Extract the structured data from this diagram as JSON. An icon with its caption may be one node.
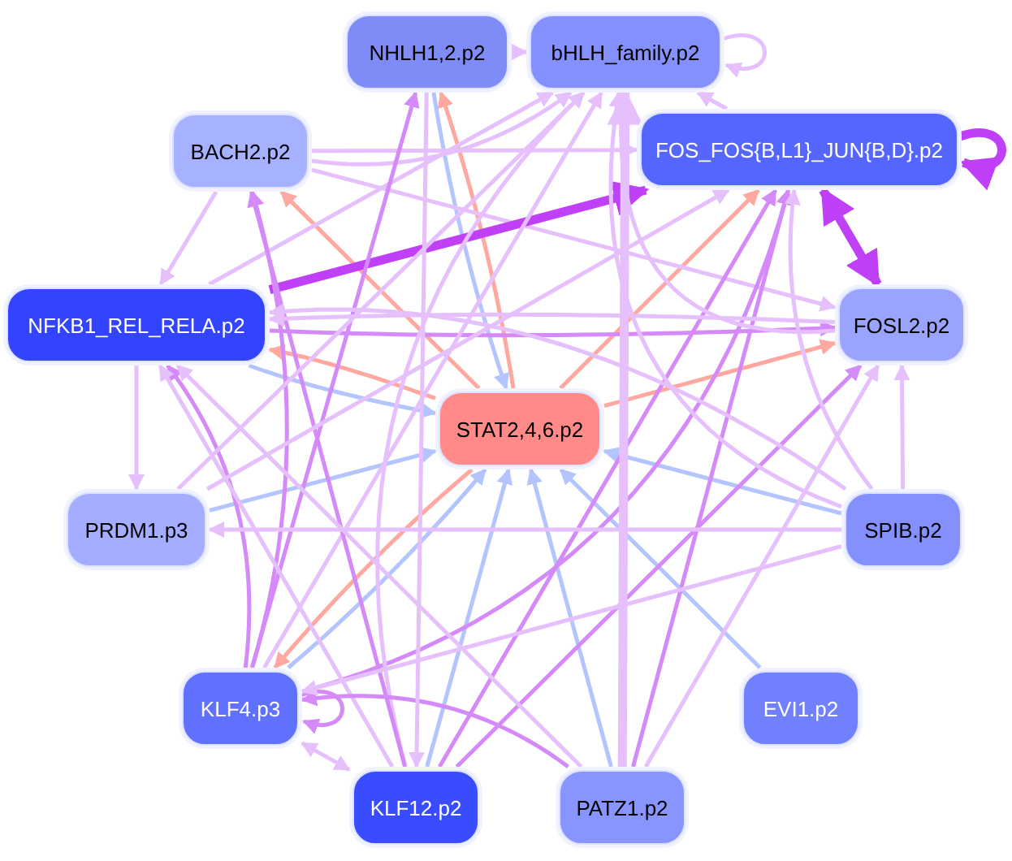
{
  "diagram": {
    "nodes": [
      {
        "text": [
          "NHLH1,2.p2"
        ]
      },
      {
        "text": [
          "bHLH_family.p2"
        ]
      },
      {
        "text": [
          "BACH2.p2"
        ]
      },
      {
        "text": [
          "FOS_FOS{B,L1}_JUN{B,D}.p2"
        ]
      },
      {
        "text": [
          "NFKB1_REL_RELA.p2"
        ]
      },
      {
        "text": [
          "FOSL2.p2"
        ]
      },
      {
        "text": [
          "STAT2,4,6.p2"
        ]
      },
      {
        "text": [
          "PRDM1.p3"
        ]
      },
      {
        "text": [
          "SPIB.p2"
        ]
      },
      {
        "text": [
          "KLF4.p3"
        ]
      },
      {
        "text": [
          "EVI1.p2"
        ]
      },
      {
        "text": [
          "KLF12.p2"
        ]
      },
      {
        "text": [
          "PATZ1.p2"
        ]
      }
    ],
    "edges": [
      {
        "from": 0,
        "to": 1,
        "arrow": "to"
      },
      {
        "from": 1,
        "to": 1,
        "arrow": "to"
      },
      {
        "from": 3,
        "to": 3,
        "arrow": "to",
        "style": "thick",
        "color": "#c040f8"
      },
      {
        "from": 9,
        "to": 9,
        "arrow": "to",
        "color": "#d48af8"
      },
      {
        "from": 6,
        "to": 2,
        "arrow": "to",
        "color": "#ffa8a0"
      },
      {
        "from": 6,
        "to": 0,
        "arrow": "to",
        "color": "#ffa8a0"
      },
      {
        "from": 6,
        "to": 4,
        "arrow": "to",
        "color": "#ffa8a0"
      },
      {
        "from": 6,
        "to": 3,
        "arrow": "to",
        "color": "#ffa8a0"
      },
      {
        "from": 6,
        "to": 5,
        "arrow": "to",
        "color": "#ffa8a0"
      },
      {
        "from": 6,
        "to": 9,
        "arrow": "to",
        "color": "#ffa8a0"
      },
      {
        "from": 0,
        "to": 6,
        "arrow": "to",
        "color": "#b4c4ff"
      },
      {
        "from": 4,
        "to": 6,
        "arrow": "to",
        "color": "#b4c4ff"
      },
      {
        "from": 7,
        "to": 6,
        "arrow": "to",
        "color": "#b4c4ff"
      },
      {
        "from": 9,
        "to": 6,
        "arrow": "to",
        "color": "#b4c4ff"
      },
      {
        "from": 11,
        "to": 6,
        "arrow": "to",
        "color": "#b4c4ff"
      },
      {
        "from": 12,
        "to": 6,
        "arrow": "to",
        "color": "#b4c4ff"
      },
      {
        "from": 10,
        "to": 6,
        "arrow": "to",
        "color": "#b4c4ff"
      },
      {
        "from": 8,
        "to": 6,
        "arrow": "to",
        "color": "#b4c4ff"
      },
      {
        "from": 3,
        "to": 5,
        "arrow": "both",
        "style": "thick",
        "color": "#c040f8"
      },
      {
        "from": 3,
        "to": 1,
        "arrow": "to"
      },
      {
        "from": 2,
        "to": 4,
        "arrow": "to"
      },
      {
        "from": 2,
        "to": 1,
        "arrow": "to"
      },
      {
        "from": 2,
        "to": 3,
        "arrow": "to"
      },
      {
        "from": 2,
        "to": 5,
        "arrow": "to"
      },
      {
        "from": 4,
        "to": 7,
        "arrow": "to"
      },
      {
        "from": 4,
        "to": 3,
        "arrow": "to",
        "style": "thick",
        "color": "#c040f8"
      },
      {
        "from": 4,
        "to": 5,
        "arrow": "to",
        "color": "#d48af8"
      },
      {
        "from": 4,
        "to": 1,
        "arrow": "to"
      },
      {
        "from": 9,
        "to": 4,
        "arrow": "to",
        "color": "#d48af8"
      },
      {
        "from": 9,
        "to": 2,
        "arrow": "to",
        "color": "#d48af8"
      },
      {
        "from": 9,
        "to": 1,
        "arrow": "to"
      },
      {
        "from": 9,
        "to": 3,
        "arrow": "to",
        "color": "#d48af8"
      },
      {
        "from": 9,
        "to": 0,
        "arrow": "to",
        "color": "#d48af8"
      },
      {
        "from": 11,
        "to": 9,
        "arrow": "both"
      },
      {
        "from": 11,
        "to": 1,
        "arrow": "to"
      },
      {
        "from": 11,
        "to": 3,
        "arrow": "to",
        "color": "#d48af8"
      },
      {
        "from": 11,
        "to": 4,
        "arrow": "to"
      },
      {
        "from": 11,
        "to": 2,
        "arrow": "to",
        "color": "#d48af8"
      },
      {
        "from": 11,
        "to": 5,
        "arrow": "to",
        "color": "#d48af8"
      },
      {
        "from": 12,
        "to": 9,
        "arrow": "to",
        "color": "#d48af8"
      },
      {
        "from": 12,
        "to": 1,
        "arrow": "to",
        "style": "thick"
      },
      {
        "from": 12,
        "to": 3,
        "arrow": "to",
        "color": "#d48af8"
      },
      {
        "from": 12,
        "to": 5,
        "arrow": "to"
      },
      {
        "from": 12,
        "to": 4,
        "arrow": "to"
      },
      {
        "from": 8,
        "to": 9,
        "arrow": "to"
      },
      {
        "from": 8,
        "to": 7,
        "arrow": "to"
      },
      {
        "from": 8,
        "to": 1,
        "arrow": "to"
      },
      {
        "from": 8,
        "to": 3,
        "arrow": "to"
      },
      {
        "from": 8,
        "to": 5,
        "arrow": "to"
      },
      {
        "from": 8,
        "to": 4,
        "arrow": "to"
      },
      {
        "from": 5,
        "to": 4,
        "arrow": "to"
      },
      {
        "from": 5,
        "to": 1,
        "arrow": "to"
      },
      {
        "from": 7,
        "to": 3,
        "arrow": "to"
      },
      {
        "from": 7,
        "to": 1,
        "arrow": "to"
      },
      {
        "from": 0,
        "to": 11,
        "arrow": "to"
      }
    ]
  }
}
